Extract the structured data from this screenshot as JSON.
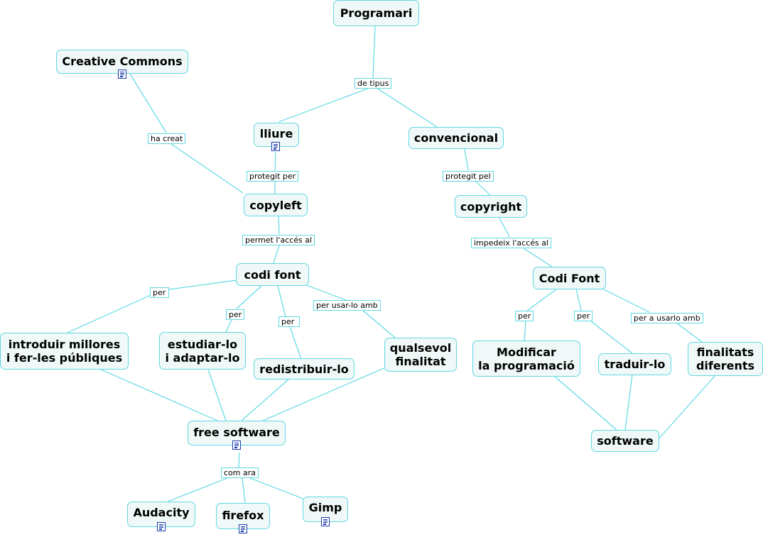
{
  "nodes": {
    "programari": "Programari",
    "creative_commons": "Creative Commons",
    "lliure": "lliure",
    "convencional": "convencional",
    "copyleft": "copyleft",
    "copyright": "copyright",
    "codi_font": "codi font",
    "codi_font_2": "Codi Font",
    "introduir": "introduir millores\ni fer-les públiques",
    "estudiar": "estudiar-lo\ni adaptar-lo",
    "redistribuir": "redistribuir-lo",
    "qualsevol": "qualsevol\nfinalitat",
    "modificar": "Modificar\nla programació",
    "traduir": "traduir-lo",
    "finalitats": "finalitats\ndiferents",
    "free_software": "free software",
    "software": "software",
    "audacity": "Audacity",
    "firefox": "firefox",
    "gimp": "Gimp"
  },
  "links": {
    "de_tipus": "de tipus",
    "ha_creat": "ha creat",
    "protegit_per": "protegit per",
    "protegit_pel": "protegit pel",
    "permet": "permet l'accés al",
    "impedeix": "impedeix l'accés al",
    "per_1": "per",
    "per_2": "per",
    "per_3": "per",
    "per_usar": "per usar-lo amb",
    "per_4": "per",
    "per_5": "per",
    "per_a_usarlo": "per a usarlo amb",
    "com_ara": "com ara"
  },
  "icons": [
    "document-icon"
  ],
  "colors": {
    "node_border": "#5fd9e3",
    "node_fill": "#f0f8f8",
    "resource_icon": "#1a3aa8"
  }
}
